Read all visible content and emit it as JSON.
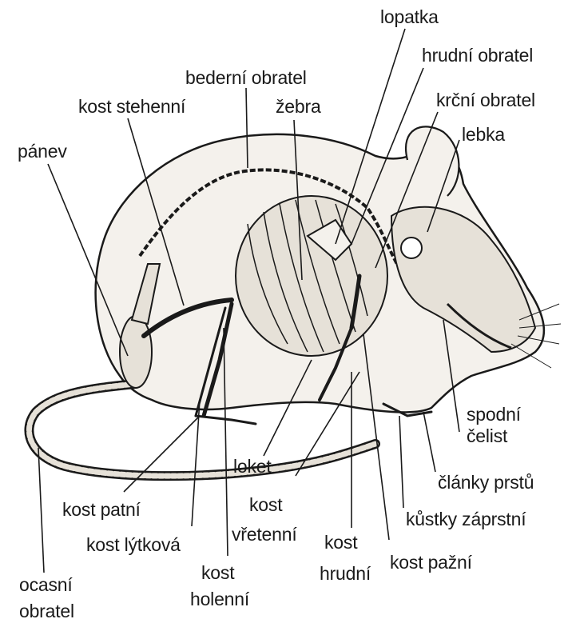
{
  "colors": {
    "ink": "#1a1a1a",
    "fur": "#f4f1ec",
    "bone": "#e6e1d8",
    "paper": "#ffffff"
  },
  "labels": {
    "lopatka": "lopatka",
    "hrudni_obratel": "hrudní obratel",
    "bederni_obratel": "bederní obratel",
    "krcni_obratel": "krční obratel",
    "kost_stehenni": "kost stehenní",
    "zebra": "žebra",
    "lebka": "lebka",
    "panev": "pánev",
    "spodni_celist_1": "spodní",
    "spodni_celist_2": "čelist",
    "clanky_prstu": "články prstů",
    "kustky_zaprstni": "kůstky záprstní",
    "loket": "loket",
    "kost_vretenni_1": "kost",
    "kost_vretenni_2": "vřetenní",
    "kost_patni": "kost patní",
    "kost_lytkova": "kost lýtková",
    "kost_holenni_1": "kost",
    "kost_holenni_2": "holenní",
    "kost_hrudni_1": "kost",
    "kost_hrudni_2": "hrudní",
    "kost_pazni": "kost pažní",
    "ocasni_obratel_1": "ocasní",
    "ocasni_obratel_2": "obratel"
  }
}
